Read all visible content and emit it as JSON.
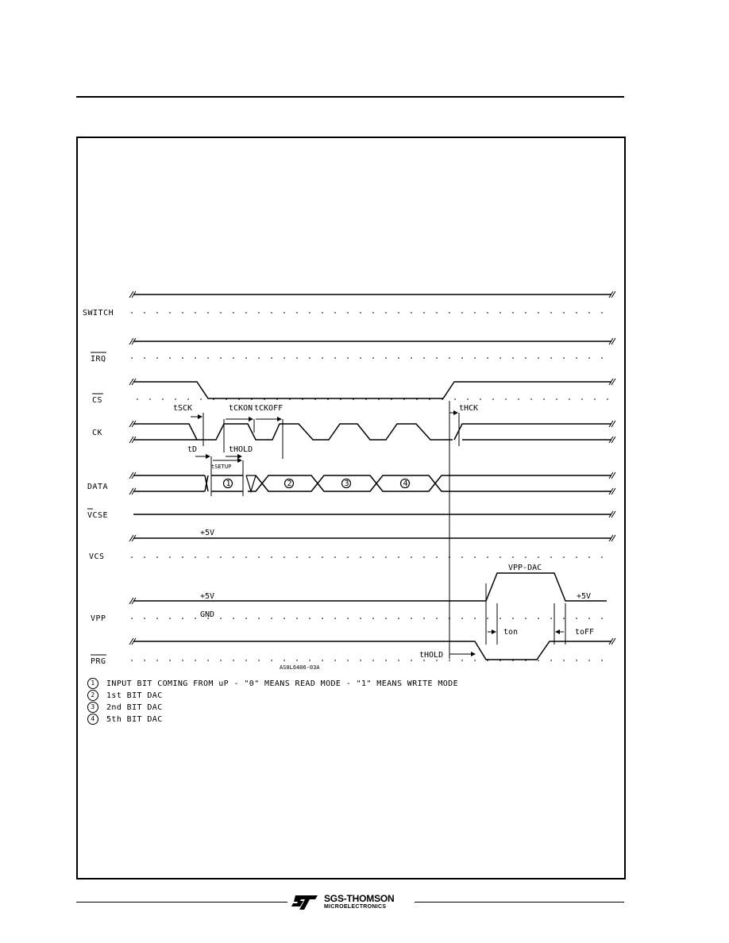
{
  "signals": {
    "switch": "SWITCH",
    "irq": "IRQ",
    "cs": "CS",
    "ck": "CK",
    "data": "DATA",
    "vcse": "VCSE",
    "vcs": "VCS",
    "vpp": "VPP",
    "prg": "PRG"
  },
  "timing": {
    "tsck": "tSCK",
    "tckon": "tCKON",
    "tckoff": "tCKOFF",
    "thck": "tHCK",
    "td": "tD",
    "thold_ck": "tHOLD",
    "tsetup": "tSETUP",
    "thold_prg": "tHOLD",
    "ton": "ton",
    "toff": "toFF"
  },
  "levels": {
    "vcs_5v": "+5V",
    "vpp_5v_left": "+5V",
    "vpp_gnd": "GND",
    "vpp_dac": "VPP-DAC",
    "vpp_5v_right": "+5V"
  },
  "bits": [
    "1",
    "2",
    "3",
    "4"
  ],
  "figure_code": "AS0L6406-03A",
  "notes": [
    {
      "num": "1",
      "text": "INPUT BIT COMING FROM uP - \"0\" MEANS READ MODE - \"1\" MEANS WRITE MODE"
    },
    {
      "num": "2",
      "text": "1st BIT DAC"
    },
    {
      "num": "3",
      "text": "2nd BIT DAC"
    },
    {
      "num": "4",
      "text": "5th BIT DAC"
    }
  ],
  "footer": {
    "brand": "SGS-THOMSON",
    "sub": "MICROELECTRONICS"
  }
}
